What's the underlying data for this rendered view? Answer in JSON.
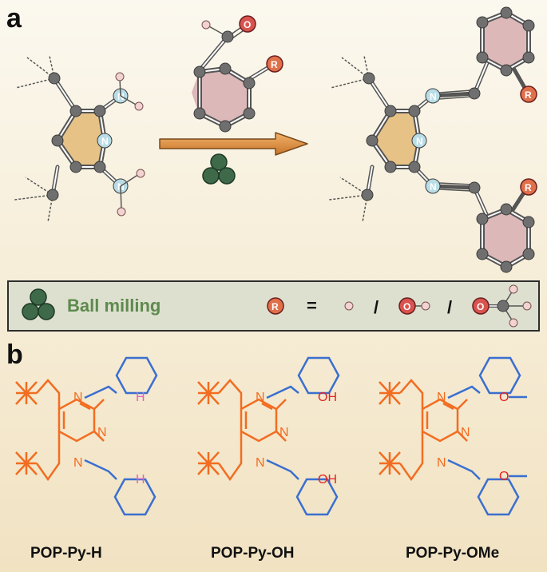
{
  "panels": {
    "a": "a",
    "b": "b"
  },
  "atoms": {
    "N": "N",
    "O": "O",
    "R": "R",
    "H": "H"
  },
  "legend": {
    "title": "Ball milling",
    "equals": "=",
    "slash": "/"
  },
  "structures": {
    "n_label": "N",
    "h_label": "H",
    "oh_label": "OH",
    "ome_label": "O"
  },
  "compounds": [
    {
      "name": "POP-Py-H"
    },
    {
      "name": "POP-Py-OH"
    },
    {
      "name": "POP-Py-OMe"
    }
  ],
  "colors": {
    "orange": "#f26d21",
    "blue": "#3a6fd0",
    "red": "#e02424",
    "pink": "#e85fc0",
    "ball_green": "#3f6a4a",
    "legend_bg": "#dde0cf",
    "arrow": "#d98a3a"
  }
}
